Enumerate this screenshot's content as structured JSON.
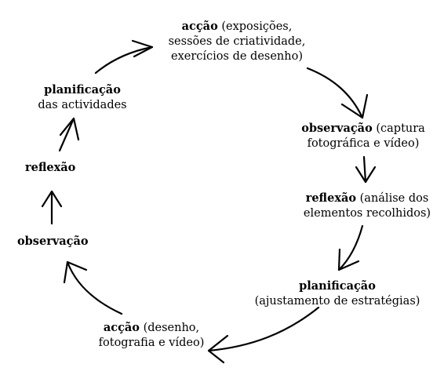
{
  "diagram": {
    "nodes": [
      {
        "id": "accao1",
        "bold": "acção",
        "lines": [
          " (exposições,",
          "sessões de criatividade,",
          "exercícios de desenho)"
        ]
      },
      {
        "id": "observacao1",
        "bold": "observação",
        "lines": [
          " (captura",
          "fotográfica e vídeo)"
        ]
      },
      {
        "id": "reflexao1",
        "bold": "reflexão",
        "lines": [
          " (análise dos",
          "elementos recolhidos)"
        ]
      },
      {
        "id": "planificacao1",
        "bold": "planificação",
        "lines": [
          "",
          "(ajustamento de estratégias)"
        ]
      },
      {
        "id": "accao2",
        "bold": "acção",
        "lines": [
          " (desenho,",
          "fotografia e vídeo)"
        ]
      },
      {
        "id": "observacao2",
        "bold": "observação",
        "lines": [
          ""
        ]
      },
      {
        "id": "reflexao2",
        "bold": "reflexão",
        "lines": [
          ""
        ]
      },
      {
        "id": "planificacao2",
        "bold": "planificação",
        "lines": [
          "",
          "das actividades"
        ]
      }
    ],
    "stroke_color": "#000000"
  }
}
